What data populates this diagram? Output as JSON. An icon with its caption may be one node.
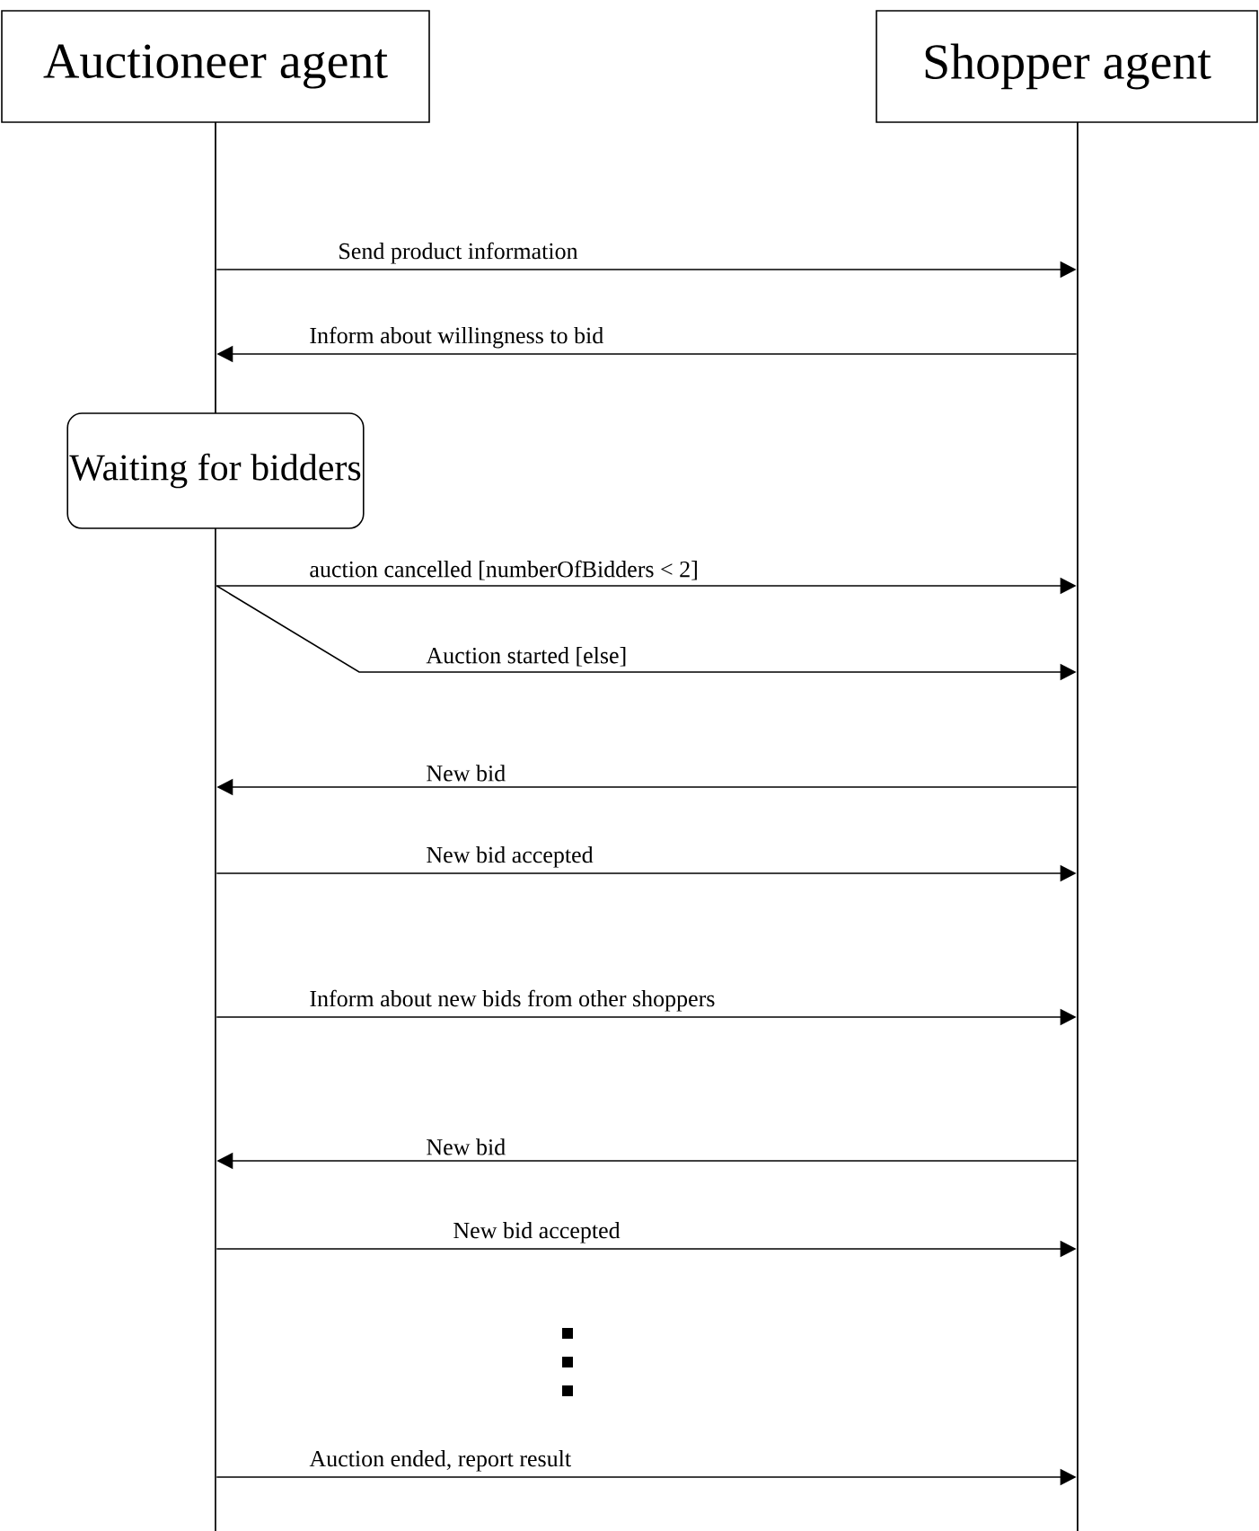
{
  "diagram": {
    "nodes": [
      {
        "text": [
          "Auctioneer agent"
        ]
      },
      {
        "text": [
          "Shopper agent"
        ]
      },
      {
        "text": [
          "Waiting for bidders"
        ]
      },
      {
        "text": [],
        "shape": "bar"
      },
      {
        "text": [],
        "shape": "bar"
      },
      {
        "text": [],
        "shape": "bar"
      }
    ],
    "edges": [
      {
        "from": 3,
        "to": 5,
        "arrow": "to",
        "label": "Send product information"
      },
      {
        "from": 5,
        "to": 3,
        "arrow": "to",
        "label": "Inform about willingness to bid"
      },
      {
        "from": 4,
        "to": 5,
        "arrow": "to",
        "label": "auction cancelled [numberOfBidders < 2]"
      },
      {
        "from": 4,
        "to": 5,
        "arrow": "to",
        "label": "Auction started [else]"
      },
      {
        "from": 5,
        "to": 4,
        "arrow": "to",
        "label": "New bid"
      },
      {
        "from": 4,
        "to": 5,
        "arrow": "to",
        "label": "New bid accepted"
      },
      {
        "from": 4,
        "to": 5,
        "arrow": "to",
        "label": "Inform about new bids from other shoppers"
      },
      {
        "from": 5,
        "to": 4,
        "arrow": "to",
        "label": "New bid"
      },
      {
        "from": 4,
        "to": 5,
        "arrow": "to",
        "label": "New bid accepted"
      },
      {
        "from": 4,
        "to": 5,
        "arrow": "to",
        "label": "Auction ended, report result"
      }
    ]
  }
}
